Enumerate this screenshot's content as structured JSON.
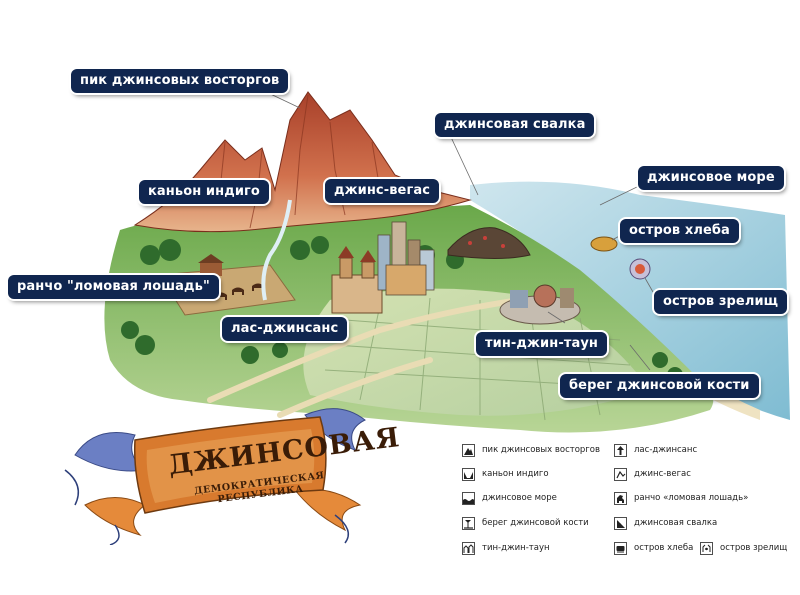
{
  "map": {
    "labels": {
      "peak": "пик джинсовых восторгов",
      "dump": "джинсовая свалка",
      "canyon": "каньон индиго",
      "vegas": "джинс-вегас",
      "sea": "джинсовое море",
      "bread": "остров хлеба",
      "ranch": "ранчо \"ломовая лошадь\"",
      "spectacle": "остров зрелищ",
      "lasjeans": "лас-джинсанс",
      "tintown": "тин-джин-таун",
      "shore": "берег джинсовой кости"
    },
    "banner": {
      "title": "ДЖИНСОВАЯ",
      "subtitle": "ДЕМОКРАТИЧЕСКАЯ РЕСПУБЛИКА"
    },
    "legend": [
      {
        "icon": "mountain-peak-icon",
        "label": "пик джинсовых восторгов"
      },
      {
        "icon": "arrow-up-icon",
        "label": "лас-джинсанс"
      },
      {
        "icon": "canyon-icon",
        "label": "каньон индиго"
      },
      {
        "icon": "building-icon",
        "label": "джинс-вегас"
      },
      {
        "icon": "sea-wave-icon",
        "label": "джинсовое море"
      },
      {
        "icon": "horse-icon",
        "label": "ранчо «ломовая лошадь»"
      },
      {
        "icon": "beach-icon",
        "label": "берег джинсовой кости"
      },
      {
        "icon": "dump-icon",
        "label": "джинсовая свалка"
      },
      {
        "icon": "town-icon",
        "label": "тин-джин-таун"
      },
      {
        "icon": "bread-island-icon",
        "label": "остров хлеба"
      },
      {
        "icon": "spectacle-icon",
        "label": "остров зрелищ"
      }
    ],
    "colors": {
      "label_bg": "#10264f",
      "sea": "#8fc6d8",
      "mountain": "#c0583a",
      "grass": "#5f9e3c",
      "banner": "#d87a2e"
    }
  }
}
